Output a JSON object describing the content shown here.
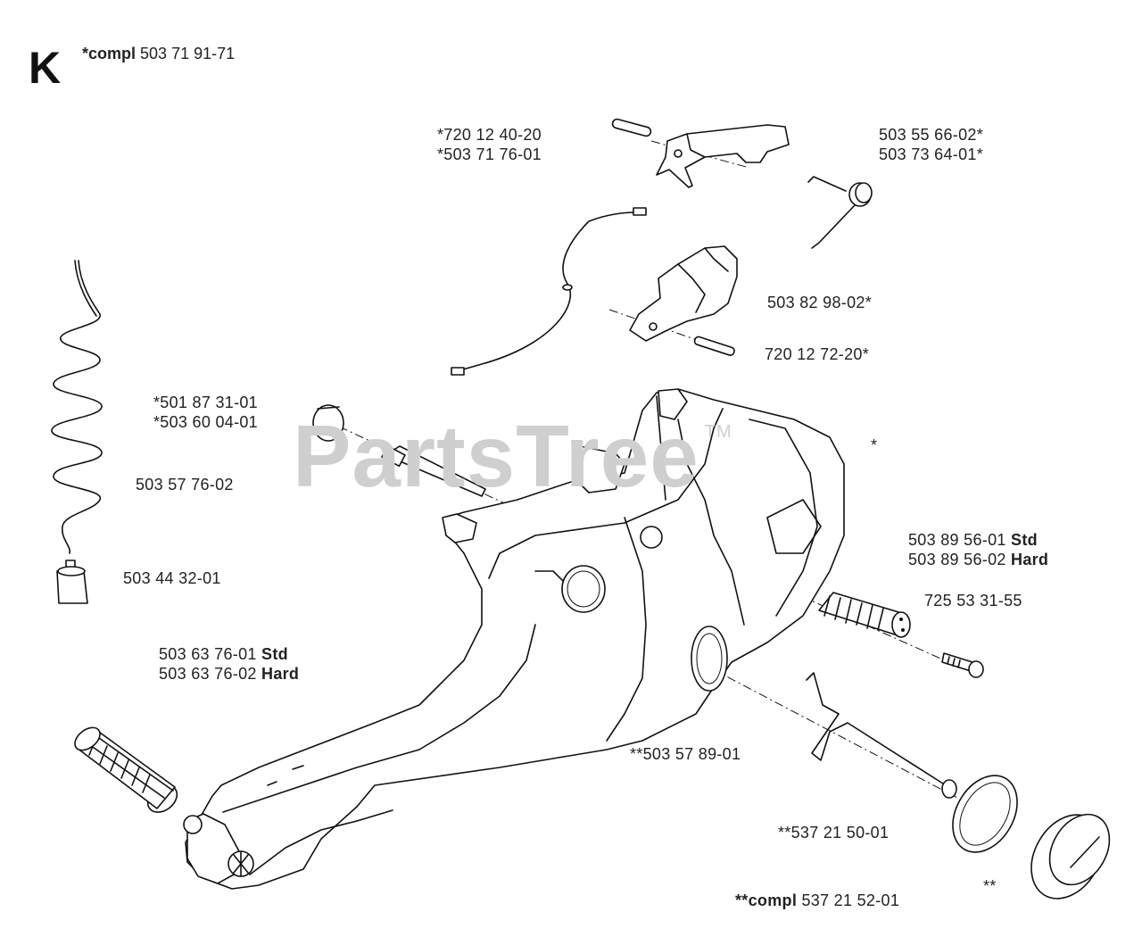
{
  "section_letter": "K",
  "compl_header": {
    "prefix": "*compl",
    "number": "503 71 91-71"
  },
  "watermark": {
    "text": "PartsTree",
    "tm": "TM"
  },
  "labels": {
    "p1": "*720 12 40-20",
    "p2": "*503 71 76-01",
    "p3": "503 55 66-02*",
    "p4": "503 73 64-01*",
    "p5": "503 82 98-02*",
    "p6": "720 12 72-20*",
    "p7": "*501 87 31-01",
    "p8": "*503 60 04-01",
    "p9": "503 57 76-02",
    "p10": "503 44 32-01",
    "p11_num": "503 89 56-01",
    "p11_kw": "Std",
    "p12_num": "503 89 56-02",
    "p12_kw": "Hard",
    "p13": "725 53 31-55",
    "p14_num": "503 63 76-01",
    "p14_kw": "Std",
    "p15_num": "503 63 76-02",
    "p15_kw": "Hard",
    "p16": "**503 57 89-01",
    "p17": "**537 21 50-01",
    "p18_kw": "**compl",
    "p18_num": "537 21 52-01",
    "p19": "**",
    "p20": "*"
  }
}
